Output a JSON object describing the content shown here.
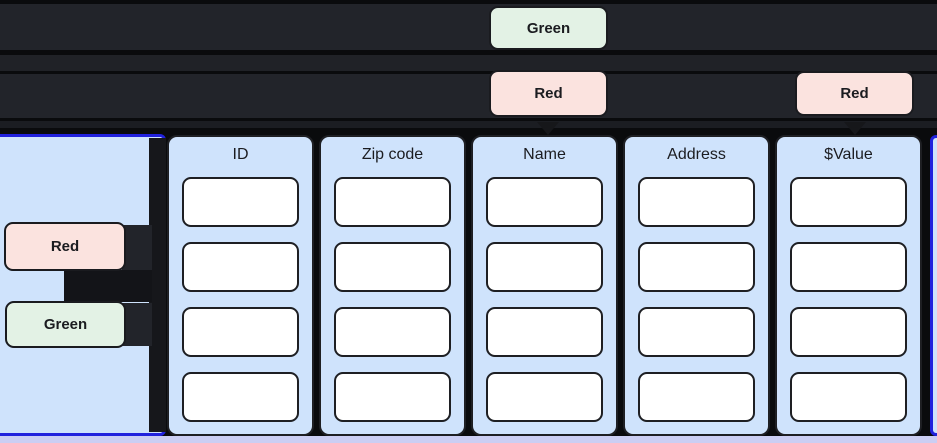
{
  "top_flow": {
    "green_badge": "Green",
    "red_badge_1": "Red",
    "red_badge_2": "Red"
  },
  "left_panel": {
    "red_badge": "Red",
    "green_badge": "Green"
  },
  "table": {
    "columns": [
      {
        "header": "ID",
        "cell_count": 4,
        "cells": [
          "",
          "",
          "",
          ""
        ]
      },
      {
        "header": "Zip code",
        "cell_count": 4,
        "cells": [
          "",
          "",
          "",
          ""
        ]
      },
      {
        "header": "Name",
        "cell_count": 4,
        "cells": [
          "",
          "",
          "",
          ""
        ]
      },
      {
        "header": "Address",
        "cell_count": 4,
        "cells": [
          "",
          "",
          "",
          ""
        ]
      },
      {
        "header": "$Value",
        "cell_count": 4,
        "cells": [
          "",
          "",
          "",
          ""
        ]
      }
    ]
  },
  "colors": {
    "background": "#0a0b0d",
    "row_bar_dark": "#22242a",
    "panel_blue": "#cfe3fc",
    "frame_border_blue": "#2121dd",
    "badge_green_bg": "#e3f2e5",
    "badge_red_bg": "#fbe3df",
    "badge_border": "#1a1b1f",
    "cell_white": "#ffffff",
    "cell_border": "#1e1f23",
    "footer_lavender": "#cbcef3"
  }
}
